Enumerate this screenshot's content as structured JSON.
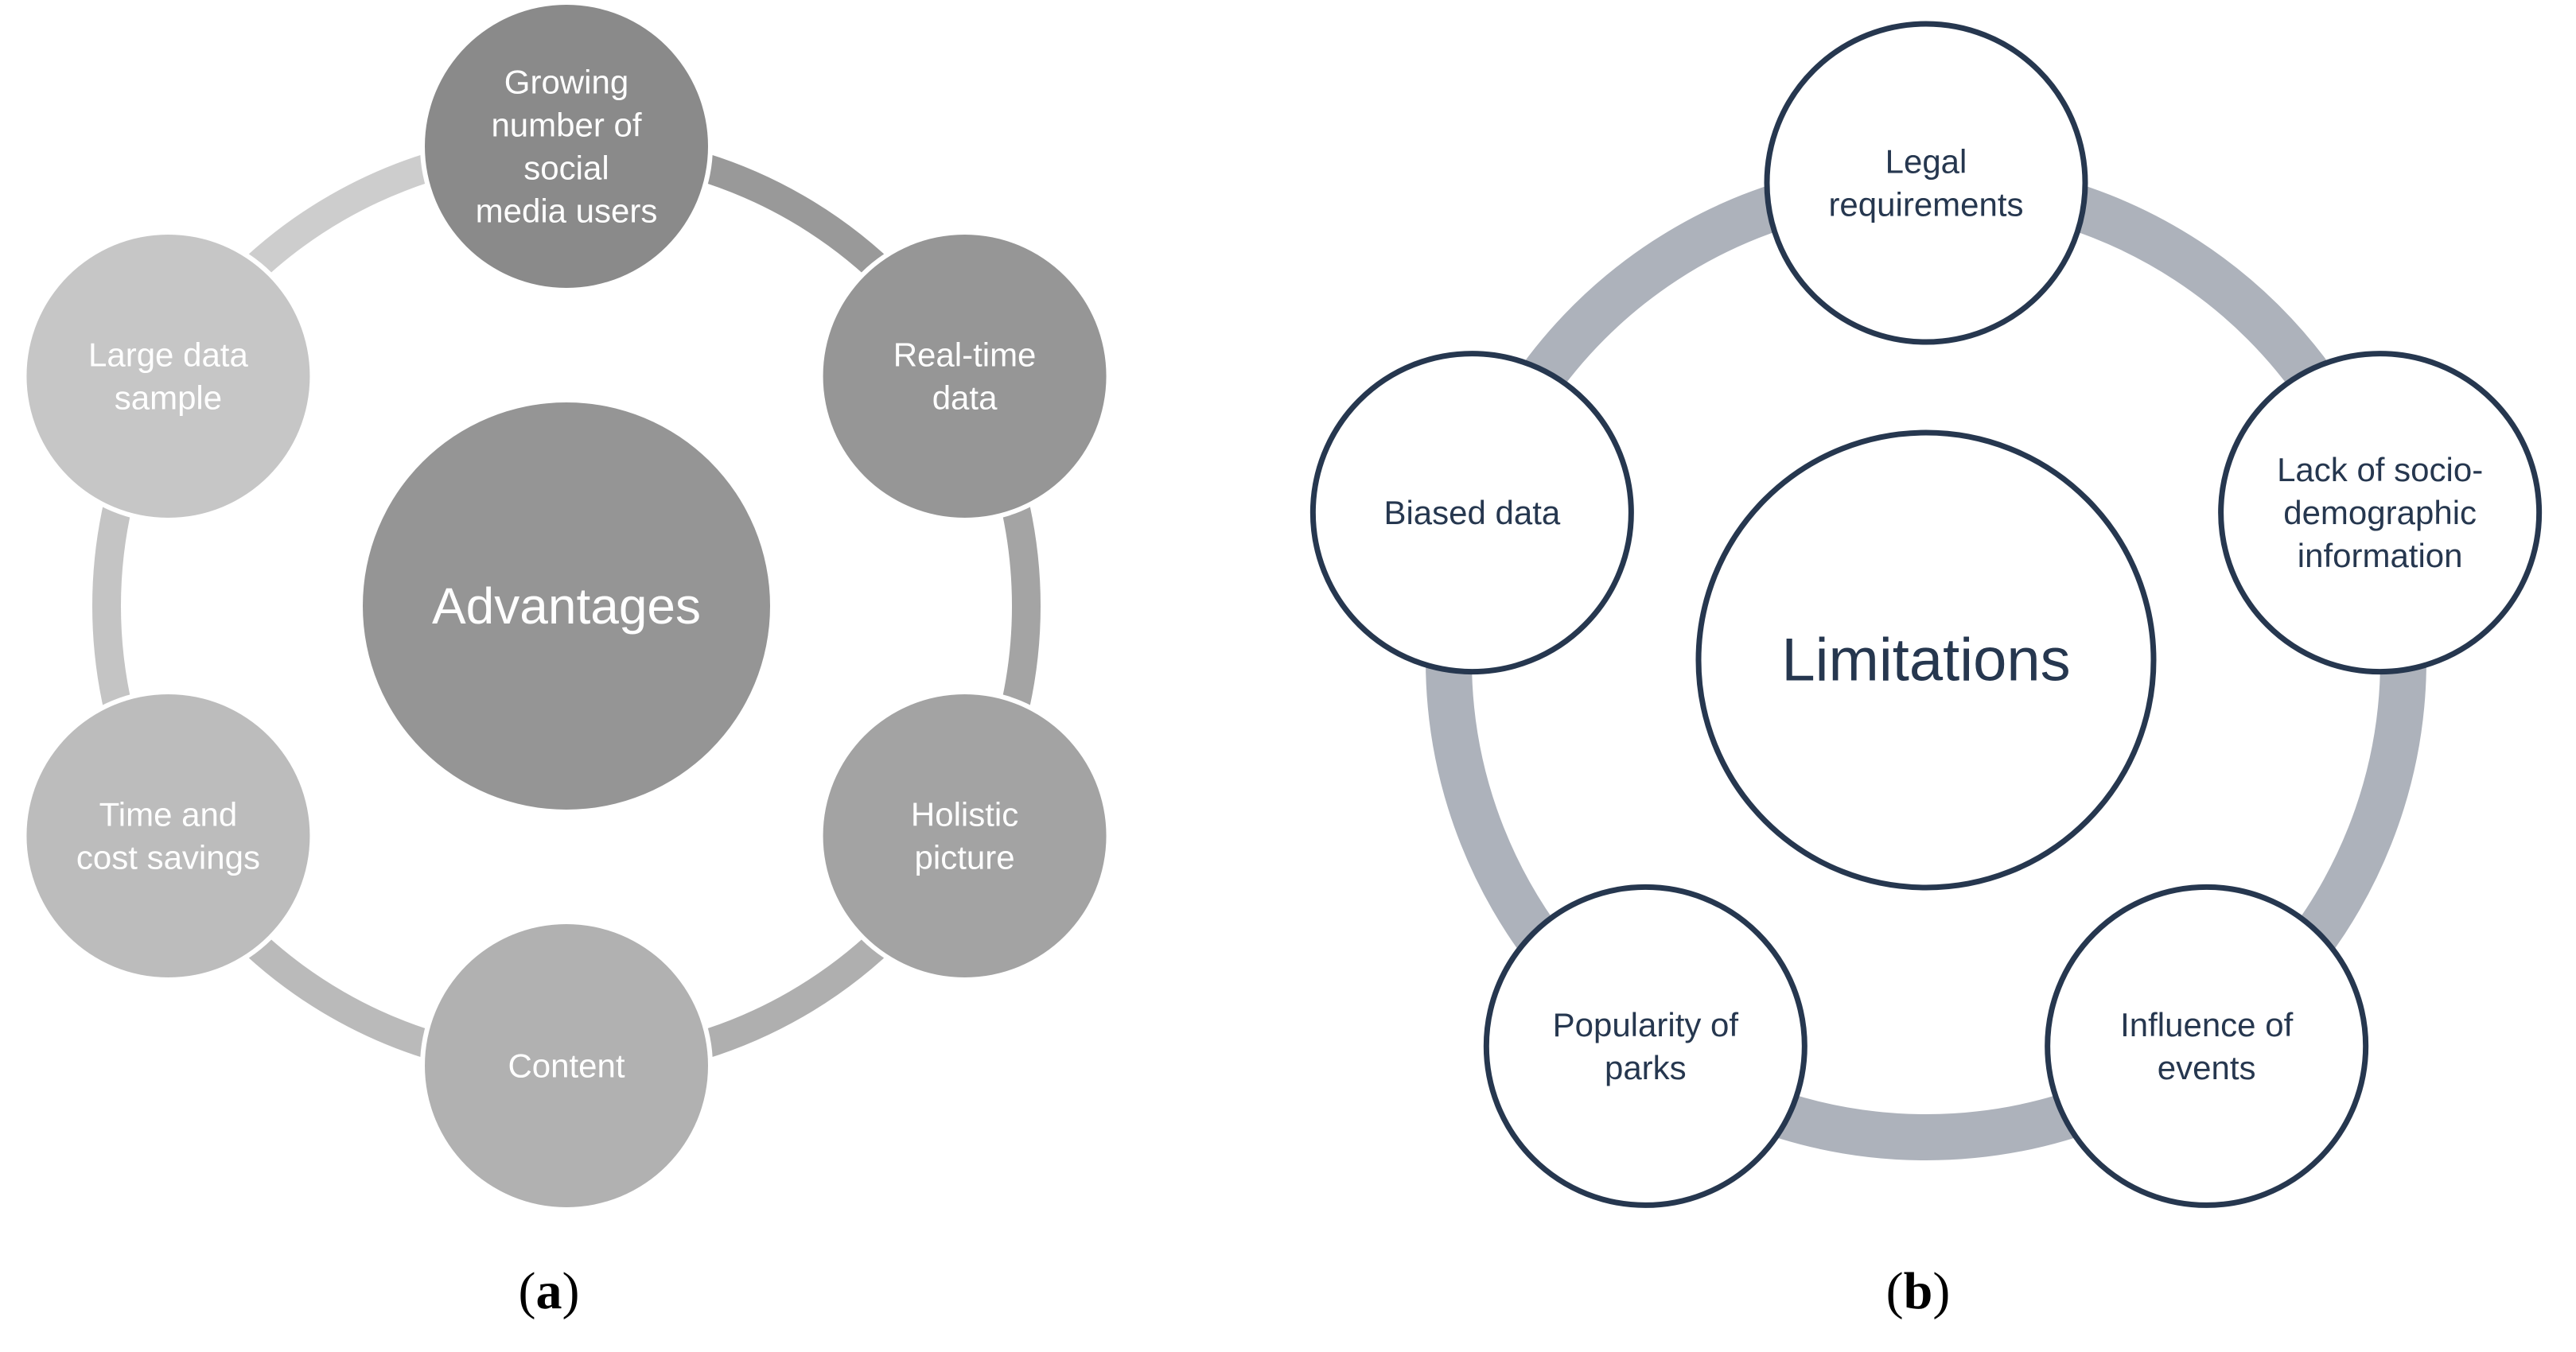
{
  "panel_a": {
    "center": "Advantages",
    "center_color": "#959595",
    "items": [
      {
        "lines": [
          "Growing",
          "number of",
          "social",
          "media users"
        ],
        "color": "#8a8a8a"
      },
      {
        "lines": [
          "Real-time",
          "data"
        ],
        "color": "#969696"
      },
      {
        "lines": [
          "Holistic",
          "picture"
        ],
        "color": "#a3a3a3"
      },
      {
        "lines": [
          "Content"
        ],
        "color": "#b1b1b1"
      },
      {
        "lines": [
          "Time and",
          "cost savings"
        ],
        "color": "#bcbcbc"
      },
      {
        "lines": [
          "Large data",
          "sample"
        ],
        "color": "#c6c6c6"
      }
    ],
    "ring_colors": [
      "#999999",
      "#a4a4a4",
      "#afafaf",
      "#bababa",
      "#c4c4c4",
      "#cdcdcd"
    ],
    "text_color": "#ffffff",
    "caption_letter": "a"
  },
  "panel_b": {
    "center": "Limitations",
    "items": [
      {
        "lines": [
          "Legal",
          "requirements"
        ]
      },
      {
        "lines": [
          "Lack of socio-",
          "demographic",
          "information"
        ]
      },
      {
        "lines": [
          "Influence of",
          "events"
        ]
      },
      {
        "lines": [
          "Popularity of",
          "parks"
        ]
      },
      {
        "lines": [
          "Biased data"
        ]
      }
    ],
    "ring_color": "#adb2bb",
    "circle_stroke": "#26374f",
    "text_color": "#26374f",
    "caption_letter": "b"
  }
}
